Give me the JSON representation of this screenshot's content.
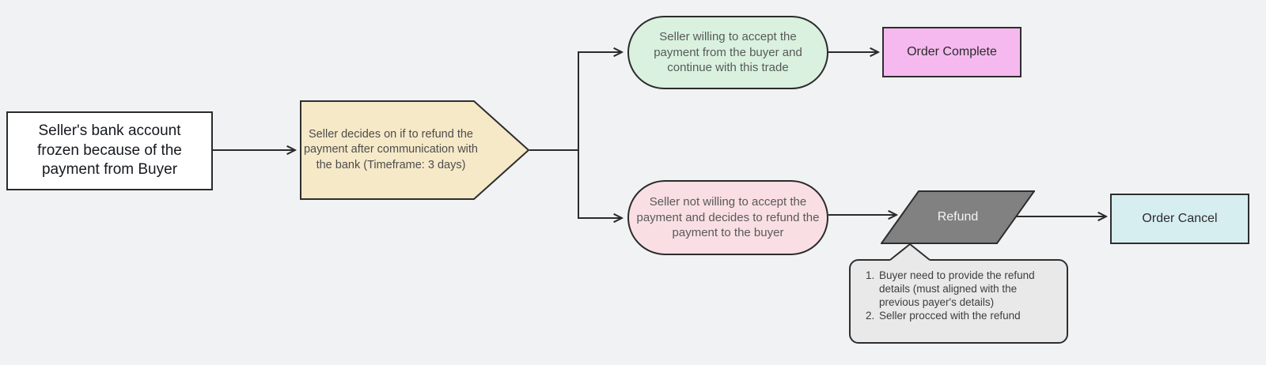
{
  "diagram": {
    "background_color": "#f1f2f4",
    "line_color": "#2b2b2b",
    "nodes": {
      "start": {
        "label": "Seller's bank account frozen because of the payment from Buyer",
        "fill": "#ffffff",
        "shape": "rectangle"
      },
      "decision": {
        "label": "Seller decides on if to refund the payment after communication with the bank (Timeframe: 3 days)",
        "fill": "#f6e9c8",
        "shape": "pentagon-arrow-right"
      },
      "accept": {
        "label": "Seller willing to accept the payment from the buyer and continue with this trade",
        "fill": "#d9f1de",
        "shape": "pill"
      },
      "order_complete": {
        "label": "Order Complete",
        "fill": "#f5b9ef",
        "shape": "rectangle"
      },
      "reject": {
        "label": "Seller not willing to accept the payment and decides to refund the payment to the buyer",
        "fill": "#f9dfe3",
        "shape": "pill"
      },
      "refund": {
        "label": "Refund",
        "fill": "#818181",
        "shape": "parallelogram"
      },
      "order_cancel": {
        "label": "Order Cancel",
        "fill": "#d7eef1",
        "shape": "rectangle"
      },
      "note": {
        "shape": "callout",
        "fill": "#e9e9e9",
        "items": [
          "Buyer need to provide the refund details (must aligned with the previous payer's details)",
          "Seller procced with the refund"
        ]
      }
    },
    "edges": [
      {
        "from": "start",
        "to": "decision"
      },
      {
        "from": "decision",
        "to": "accept"
      },
      {
        "from": "decision",
        "to": "reject"
      },
      {
        "from": "accept",
        "to": "order_complete"
      },
      {
        "from": "reject",
        "to": "refund"
      },
      {
        "from": "refund",
        "to": "order_cancel"
      },
      {
        "from": "note",
        "to": "refund"
      }
    ]
  }
}
